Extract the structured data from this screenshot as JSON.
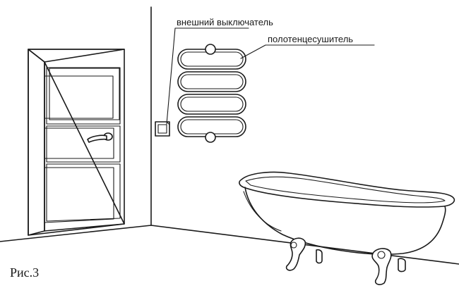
{
  "labels": {
    "switch": "внешний выключатель",
    "towel_warmer": "полотенцесушитель"
  },
  "caption": "Рис.3",
  "icons": [
    "door",
    "door-handle-icon",
    "wall-switch-icon",
    "towel-warmer-icon",
    "bathtub-icon"
  ]
}
